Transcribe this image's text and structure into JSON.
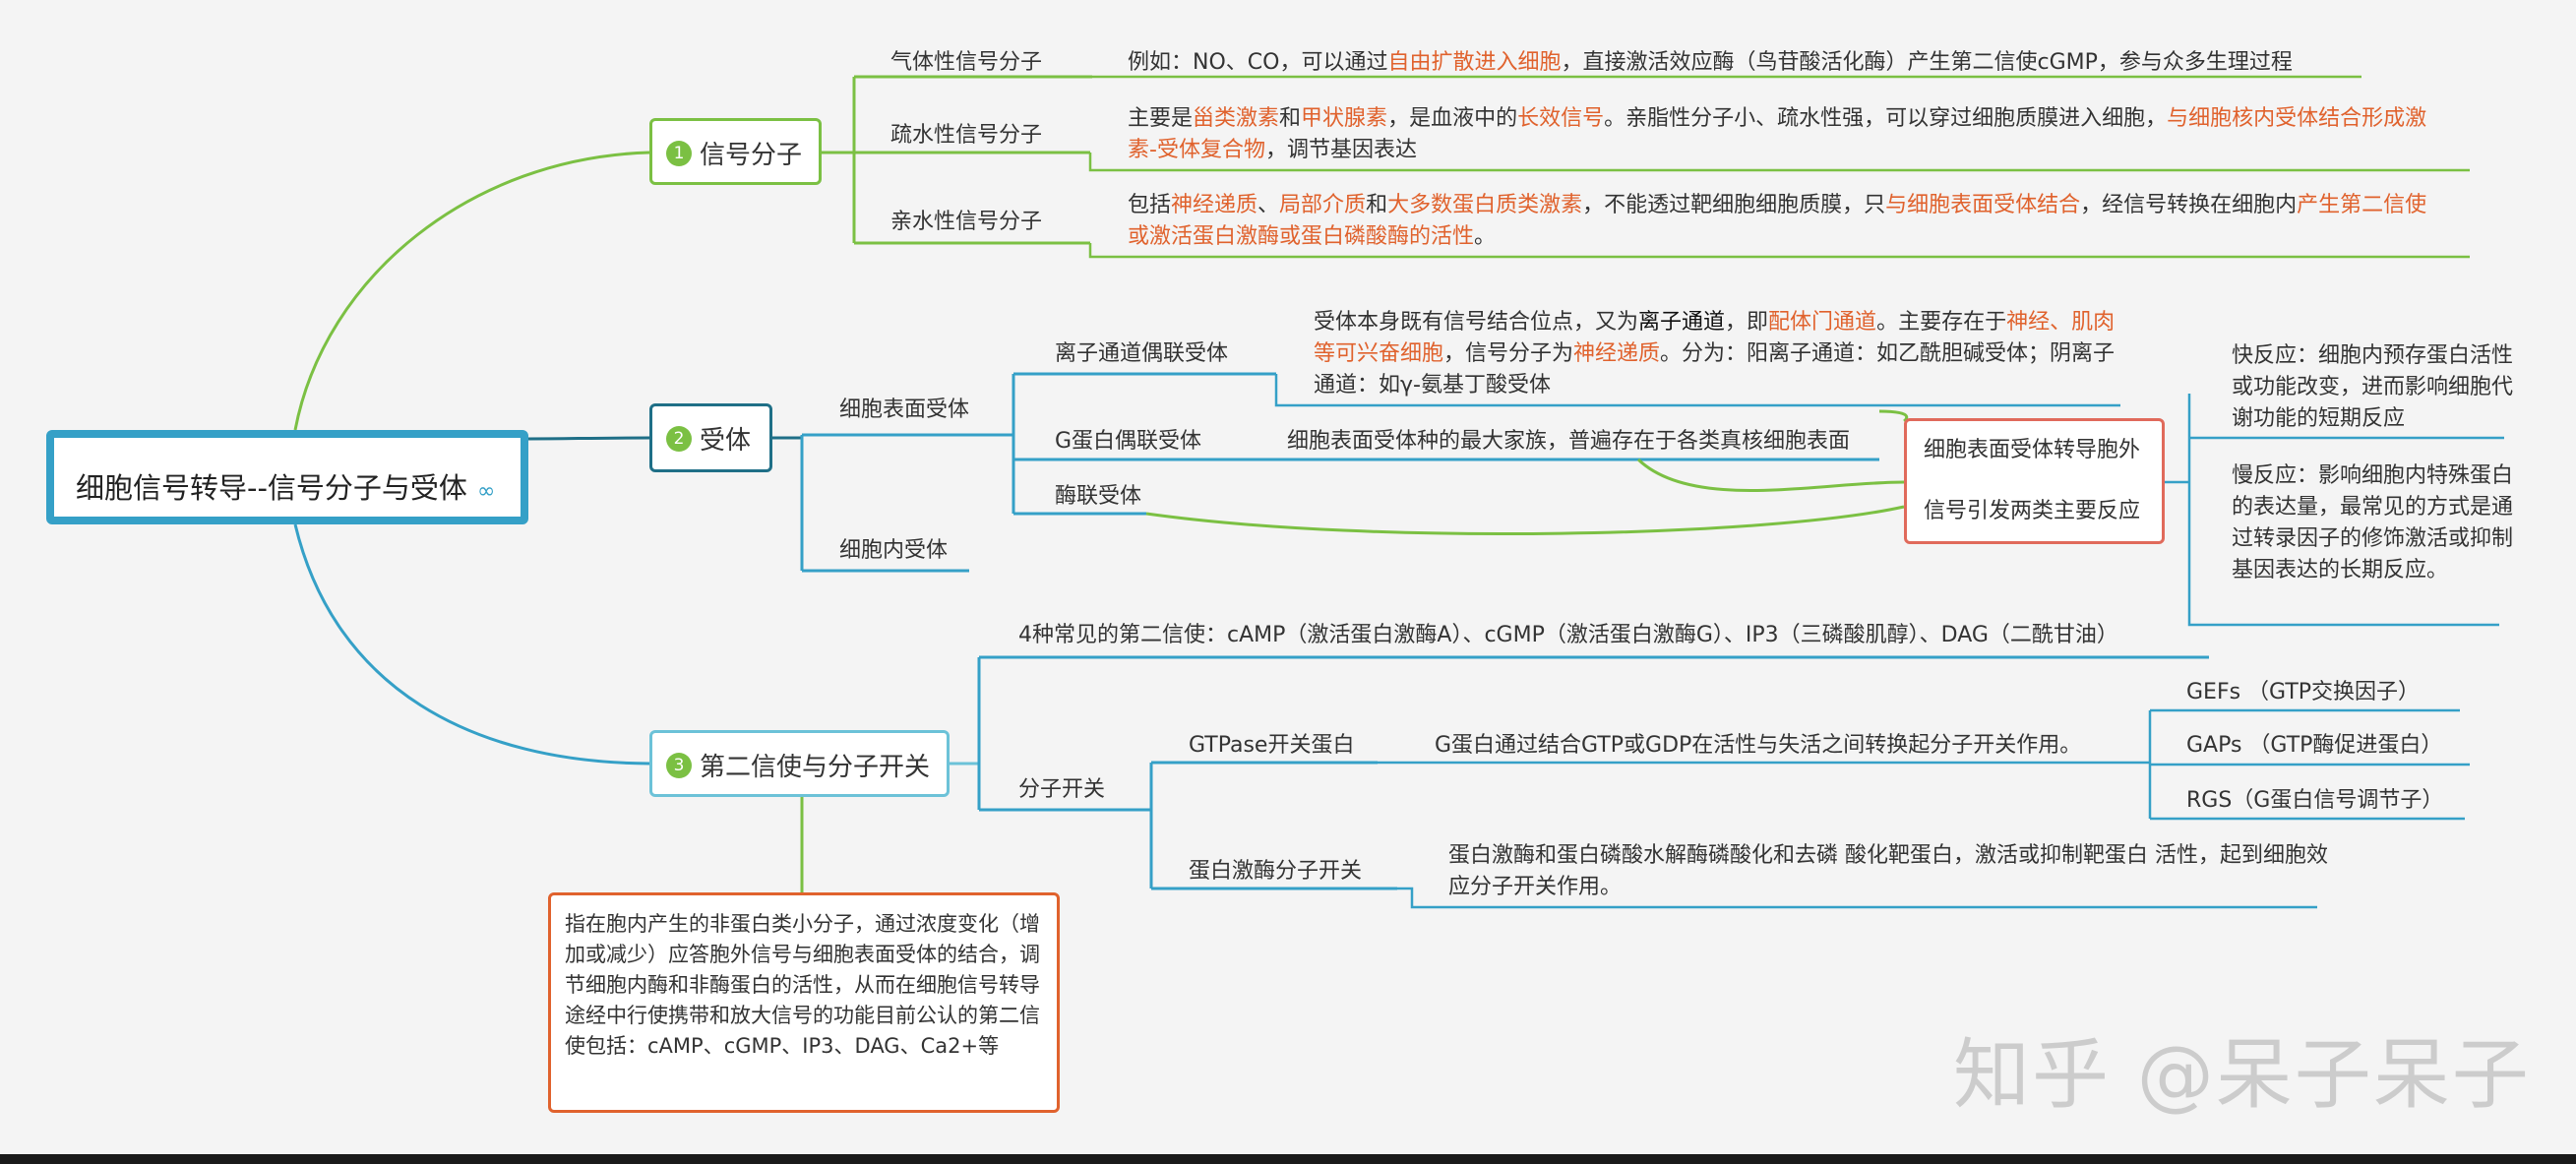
{
  "root": {
    "title": "细胞信号转导--信号分子与受体",
    "link_icon": "link-icon"
  },
  "branch1": {
    "num": "1",
    "label": "信号分子",
    "gas": {
      "label": "气体性信号分子",
      "p1": "例如：NO、CO，可以通过",
      "h1": "自由扩散进入细胞",
      "p2": "，直接激活效应酶（鸟苷酸活化酶）产生第二信使cGMP，参与众多生理过程"
    },
    "hydrophobic": {
      "label": "疏水性信号分子",
      "p1": "主要是",
      "h1": "甾类激素",
      "p2": "和",
      "h2": "甲状腺素",
      "p3": "，是血液中的",
      "h3": "长效信号",
      "p4": "。亲脂性分子小、疏水性强，可以穿过细胞质膜进入细胞，",
      "h4": "与细胞核内受体结合形成激素-受体复合物",
      "p5": "，调节基因表达"
    },
    "hydrophilic": {
      "label": "亲水性信号分子",
      "p1": "包括",
      "h1": "神经递质",
      "p2": "、",
      "h2": "局部介质",
      "p3": "和",
      "h3": "大多数蛋白质类激素",
      "p4": "，不能透过靶细胞细胞质膜，只",
      "h4": "与细胞表面受体结合",
      "p5": "，经信号转换在细胞内",
      "h5": "产生第二信使或激活蛋白激酶或蛋白磷酸酶的活性",
      "p6": "。"
    }
  },
  "branch2": {
    "num": "2",
    "label": "受体",
    "surface": "细胞表面受体",
    "ion": {
      "label": "离子通道偶联受体",
      "p1": "受体本身既有信号结合位点，又为",
      "b1": "离子通道",
      "p2": "，即",
      "h1": "配体门通道",
      "p3": "。主要存在于",
      "h2": "神经、肌肉等可兴奋细胞",
      "p4": "，信号分子为",
      "h3": "神经递质",
      "p5": "。分为：阳离子通道：如乙酰胆碱受体；阴离子通道：如γ-氨基丁酸受体"
    },
    "g_protein": {
      "label": "G蛋白偶联受体",
      "desc": "细胞表面受体种的最大家族，普遍存在于各类真核细胞表面"
    },
    "enzyme": {
      "label": "酶联受体"
    },
    "intracellular": "细胞内受体",
    "two_reactions": {
      "line1": "细胞表面受体转导胞外",
      "line2": "信号引发两类主要反应"
    },
    "fast": "快反应：细胞内预存蛋白活性或功能改变，进而影响细胞代谢功能的短期反应",
    "slow": "慢反应：影响细胞内特殊蛋白的表达量，最常见的方式是通过转录因子的修饰激活或抑制基因表达的长期反应。"
  },
  "branch3": {
    "num": "3",
    "label": "第二信使与分子开关",
    "four": "4种常见的第二信使：cAMP（激活蛋白激酶A）、cGMP（激活蛋白激酶G）、IP3（三磷酸肌醇）、DAG（二酰甘油）",
    "switch": "分子开关",
    "gtpase": {
      "label": "GTPase开关蛋白",
      "desc": "G蛋白通过结合GTP或GDP在活性与失活之间转换起分子开关作用。"
    },
    "gefs": "GEFs （GTP交换因子）",
    "gaps": "GAPs （GTP酶促进蛋白）",
    "rgs": "RGS（G蛋白信号调节子）",
    "kinase": {
      "label": "蛋白激酶分子开关",
      "desc": "蛋白激酶和蛋白磷酸水解酶磷酸化和去磷 酸化靶蛋白，激活或抑制靶蛋白 活性，起到细胞效应分子开关作用。"
    },
    "definition": "指在胞内产生的非蛋白类小分子，通过浓度变化（增加或减少）应答胞外信号与细胞表面受体的结合，调节细胞内酶和非酶蛋白的活性，从而在细胞信号转导途经中行使携带和放大信号的功能目前公认的第二信使包括：cAMP、cGMP、IP3、DAG、Ca2+等"
  },
  "watermark": "知乎 @呆子呆子",
  "colors": {
    "green": "#7bc043",
    "teal": "#1f6f87",
    "blue": "#35a0c7",
    "lightblue": "#6cc2d8",
    "orange": "#e0622d",
    "red": "#e06a5b"
  }
}
